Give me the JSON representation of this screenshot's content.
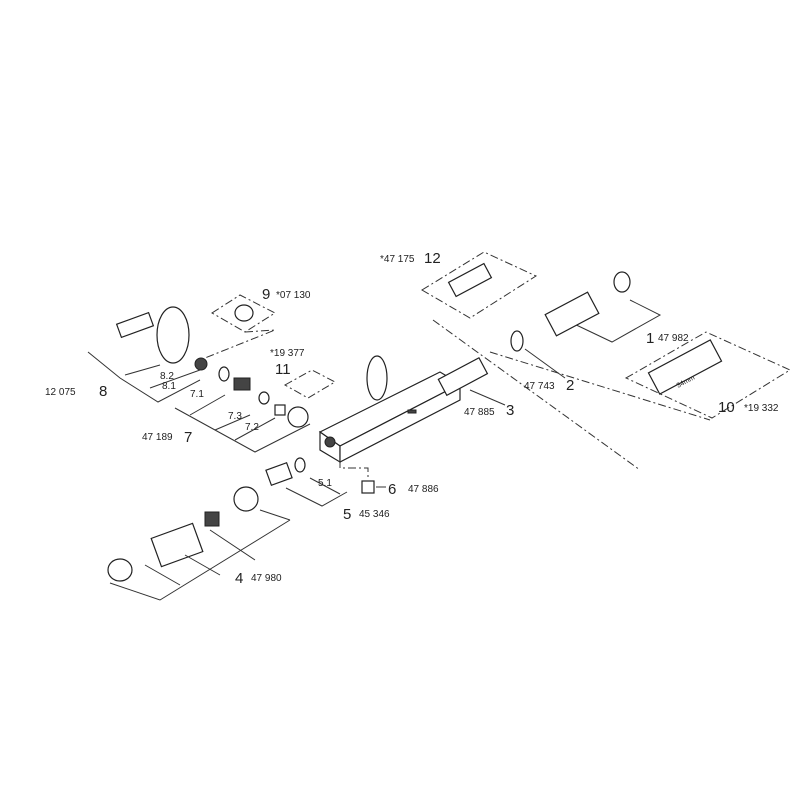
{
  "parts": {
    "p1": {
      "number": "1",
      "code": "47 982"
    },
    "p2": {
      "number": "2",
      "code": "47 743"
    },
    "p3": {
      "number": "3",
      "code": "47 885"
    },
    "p4": {
      "number": "4",
      "code": "47 980"
    },
    "p5": {
      "number": "5",
      "code": "45 346",
      "sub": "5.1"
    },
    "p6": {
      "number": "6",
      "code": "47 886"
    },
    "p7": {
      "number": "7",
      "code": "47 189",
      "subs": [
        "7.1",
        "7.2",
        "7.3"
      ]
    },
    "p8": {
      "number": "8",
      "code": "12 075",
      "subs": [
        "8.1",
        "8.2"
      ]
    },
    "p9": {
      "number": "9",
      "code": "*07 130"
    },
    "p10": {
      "number": "10",
      "code": "*19 332",
      "size": "34mm"
    },
    "p11": {
      "number": "11",
      "code": "*19 377"
    },
    "p12": {
      "number": "12",
      "code": "*47 175"
    }
  }
}
